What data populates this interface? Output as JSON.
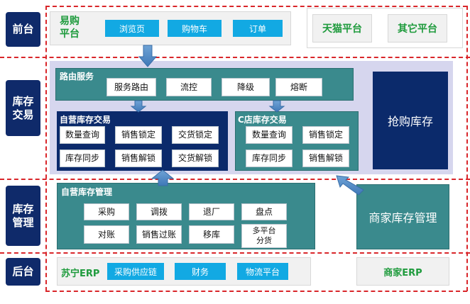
{
  "layers": {
    "front": "前台",
    "trade": "库存交易",
    "manage": "库存管理",
    "back": "后台"
  },
  "front": {
    "yigou_title": "易购平台",
    "buttons": [
      "浏览页",
      "购物车",
      "订单"
    ],
    "tmall": "天猫平台",
    "other": "其它平台"
  },
  "routing": {
    "title": "路由服务",
    "buttons": [
      "服务路由",
      "流控",
      "降级",
      "熔断"
    ]
  },
  "self_trade": {
    "title": "自营库存交易",
    "buttons": [
      "数量查询",
      "销售锁定",
      "交货锁定",
      "库存同步",
      "销售解锁",
      "交货解锁"
    ]
  },
  "c_trade": {
    "title": "C店库存交易",
    "buttons": [
      "数量查询",
      "销售锁定",
      "库存同步",
      "销售解锁"
    ]
  },
  "flash": "抢购库存",
  "self_manage": {
    "title": "自营库存管理",
    "buttons": [
      "采购",
      "调拨",
      "退厂",
      "盘点",
      "对账",
      "销售过账",
      "移库",
      "多平台分货"
    ]
  },
  "merchant_manage": "商家库存管理",
  "back": {
    "suning_erp": "苏宁ERP",
    "buttons": [
      "采购供应链",
      "财务",
      "物流平台"
    ],
    "merchant_erp": "商家ERP"
  },
  "colors": {
    "navy": "#0b2a6b",
    "teal": "#3a8a8d",
    "cyan": "#12a9e3",
    "green": "#1f9b3d",
    "dash": "#d9262a",
    "lavender": "#d6d6ee"
  }
}
